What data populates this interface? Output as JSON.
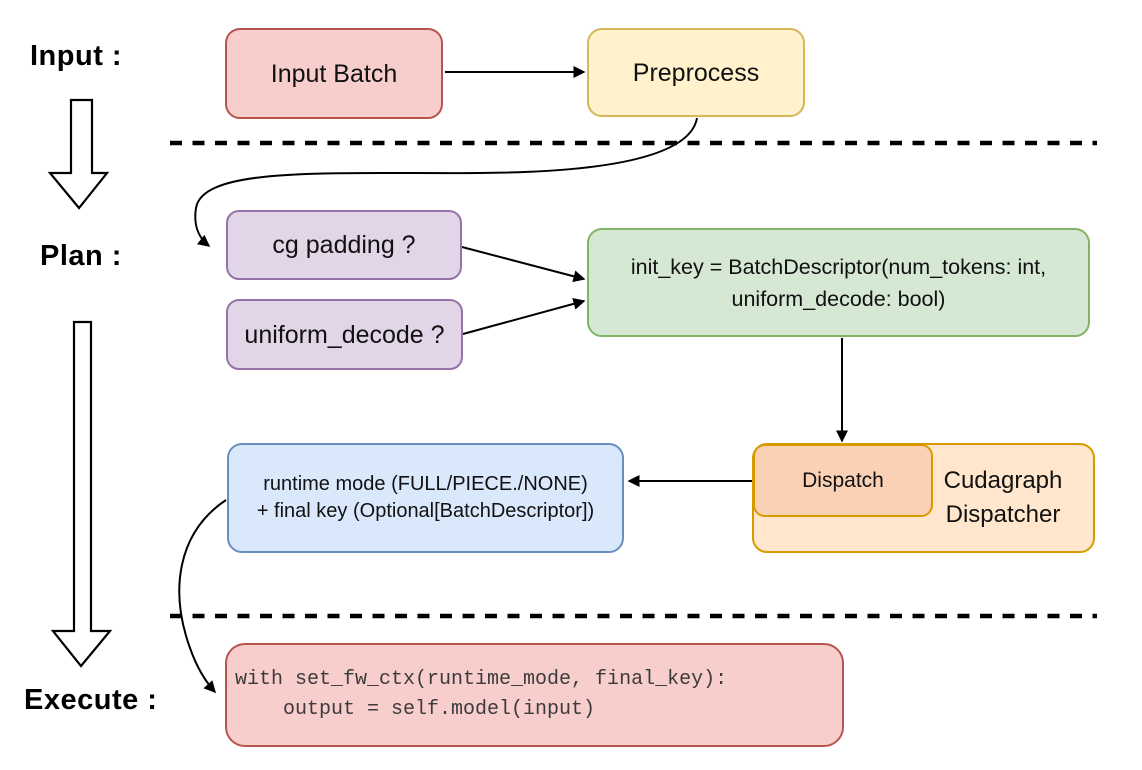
{
  "sections": {
    "input": "Input :",
    "plan": "Plan :",
    "execute": "Execute :"
  },
  "nodes": {
    "input_batch": {
      "label": "Input Batch"
    },
    "preprocess": {
      "label": "Preprocess"
    },
    "cg_padding": {
      "label": "cg padding ?"
    },
    "uniform_decode": {
      "label": "uniform_decode ?"
    },
    "init_key": {
      "line1": "init_key = BatchDescriptor(num_tokens: int,",
      "line2": "uniform_decode: bool)"
    },
    "dispatch": {
      "label": "Dispatch"
    },
    "cudagraph_dispatcher": {
      "line1": "Cudagraph",
      "line2": "Dispatcher"
    },
    "runtime_mode": {
      "line1": "runtime mode (FULL/PIECE./NONE)",
      "line2": "+ final key (Optional[BatchDescriptor])"
    },
    "execute_code": {
      "line1": "with set_fw_ctx(runtime_mode, final_key):",
      "line2": "    output = self.model(input)"
    }
  },
  "colors": {
    "red_fill": "#F8CECC",
    "red_stroke": "#B85450",
    "yellow_fill": "#FFF2CC",
    "yellow_stroke": "#D6B656",
    "purple_fill": "#E1D5E7",
    "purple_stroke": "#9673A6",
    "green_fill": "#D5E8D4",
    "green_stroke": "#82B366",
    "blue_fill": "#DAE8FC",
    "blue_stroke": "#6C8EBF",
    "orange_fill": "#FFE6CC",
    "orange_stroke": "#D79B00",
    "dispatch_fill": "#FBD1B5",
    "connector": "#000000",
    "code_text": "#3B3B3B"
  }
}
